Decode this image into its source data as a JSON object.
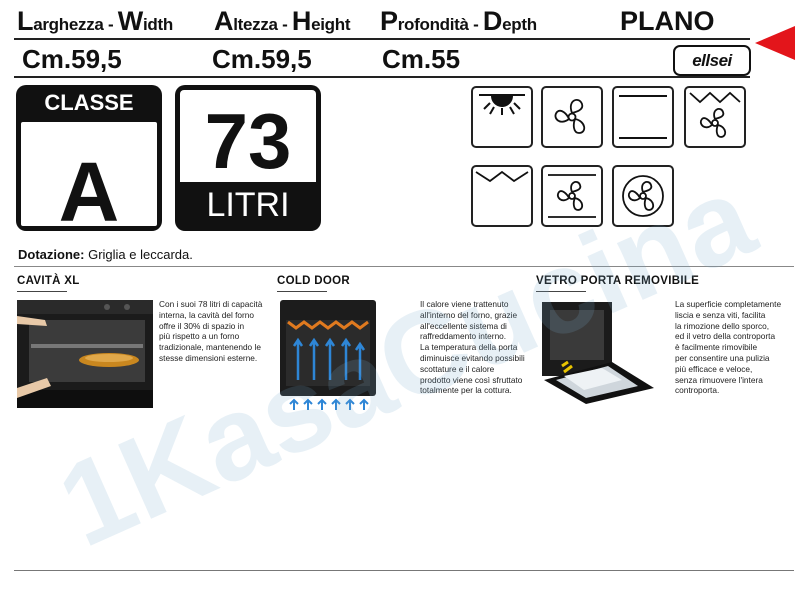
{
  "header": {
    "width_label": {
      "c1": "L",
      "r1": "arghezza - ",
      "c2": "W",
      "r2": "idth"
    },
    "height_label": {
      "c1": "A",
      "r1": "ltezza - ",
      "c2": "H",
      "r2": "eight"
    },
    "depth_label": {
      "c1": "P",
      "r1": "rofondità - ",
      "c2": "D",
      "r2": "epth"
    },
    "width_value": "Cm.59,5",
    "height_value": "Cm.59,5",
    "depth_value": "Cm.55",
    "model": "PLANO",
    "brand_logo": "ellsei"
  },
  "energy": {
    "title": "CLASSE",
    "class": "A"
  },
  "capacity": {
    "number": "73",
    "unit": "LITRI"
  },
  "functions": [
    {
      "icon": "grill-icon"
    },
    {
      "icon": "fan-icon"
    },
    {
      "icon": "top-bottom-heat-icon"
    },
    {
      "icon": "fan-grill-icon"
    },
    {
      "icon": "bottom-heat-icon"
    },
    {
      "icon": "fan-top-bottom-icon"
    },
    {
      "icon": "circular-fan-icon"
    }
  ],
  "dotazione": {
    "label": "Dotazione:",
    "value": "Griglia e leccarda."
  },
  "features": [
    {
      "title": "CAVITÀ XL",
      "lines": [
        "Con i suoi 78 litri di capacità",
        "interna, la cavità del forno",
        "offre il 30% di spazio in",
        "più rispetto a un forno",
        "tradizionale, mantenendo le",
        "stesse dimensioni esterne."
      ]
    },
    {
      "title": "COLD DOOR",
      "lines": [
        "Il calore viene trattenuto",
        "all'interno del forno, grazie",
        "all'eccellente sistema di",
        "raffreddamento interno.",
        "La temperatura della porta",
        "diminuisce evitando possibili",
        "scottature e il calore",
        "prodotto viene così sfruttato",
        "totalmente per la cottura."
      ]
    },
    {
      "title": "VETRO PORTA REMOVIBILE",
      "lines": [
        "La superficie completamente",
        "liscia e senza viti, facilita",
        "la rimozione dello sporco,",
        "ed il vetro della controporta",
        "è facilmente rimovibile",
        "per consentire una pulizia",
        "più efficace e veloce,",
        "senza rimuovere l'intera",
        "controporta."
      ]
    }
  ],
  "watermark": "1KasaCucina",
  "colors": {
    "accent": "#e3151b",
    "ink": "#111111",
    "watermark": "#78aacd",
    "heat": "#e07a1f",
    "cool": "#2e86d6"
  }
}
